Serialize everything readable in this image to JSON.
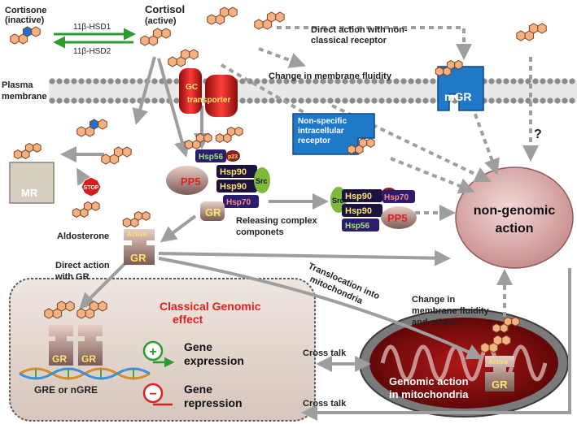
{
  "labels": {
    "cortisone": "Cortisone",
    "cortisone_state": "(inactive)",
    "cortisol": "Cortisol",
    "cortisol_state": "(active)",
    "enzyme1": "11β-HSD1",
    "enzyme2": "11β-HSD2",
    "direct_nonclassical_1": "Direct action with non-",
    "direct_nonclassical_2": "classical  receptor",
    "membrane_fluidity": "Change in membrane fluidity",
    "plasma": "Plasma",
    "membrane": "membrane",
    "gc": "GC",
    "transporter": "transporter",
    "mgr": "mGR",
    "question": "?",
    "nonspecific_1": "Non-specific",
    "nonspecific_2": "intracellular",
    "nonspecific_3": "receptor",
    "mr": "MR",
    "stop": "STOP",
    "aldosterone": "Aldosterone",
    "hsp56": "Hsp56",
    "p23": "p23",
    "hsp90": "Hsp90",
    "src": "Src",
    "hsp70": "Hsp70",
    "pp5": "PP5",
    "gr": "GR",
    "active": "Active",
    "releasing_1": "Releasing complex",
    "releasing_2": "componets",
    "nongenomic_1": "non-genomic",
    "nongenomic_2": "action",
    "direct_gr_1": "Direct action",
    "direct_gr_2": "with GR",
    "translocation_1": "Translocation into",
    "translocation_2": "mitochondria",
    "change_fluidity_1": "Change in",
    "change_fluidity_2": "membrane fluidity",
    "change_fluidity_3": "and others",
    "classical_1": "Classical Genomic",
    "classical_2": "effect",
    "plus": "+",
    "minus": "−",
    "gene": "Gene",
    "expression": "expression",
    "repression": "repression",
    "gre": "GRE or nGRE",
    "cross_talk": "Cross talk",
    "genomic_mito_1": "Genomic action",
    "genomic_mito_2": "in mitochondria"
  },
  "colors": {
    "hexagon_fill": "#f4b183",
    "hexagon_stroke": "#7f3f1f",
    "hexagon_blue": "#1f6fd1",
    "green_arrow": "#2e9b2e",
    "gray_arrow": "#9e9e9e",
    "membrane_head": "#8c8c8c",
    "transporter": "#d62020",
    "mgr": "#1f78c8",
    "nongenomic": "#d9a6a6",
    "nucleus": "#e8ddd6",
    "mito_outer": "#6b6b6b",
    "mito_inner": "#8b0f0f",
    "hsp_box": "#2b1d6b",
    "classical_red": "#e02020"
  }
}
